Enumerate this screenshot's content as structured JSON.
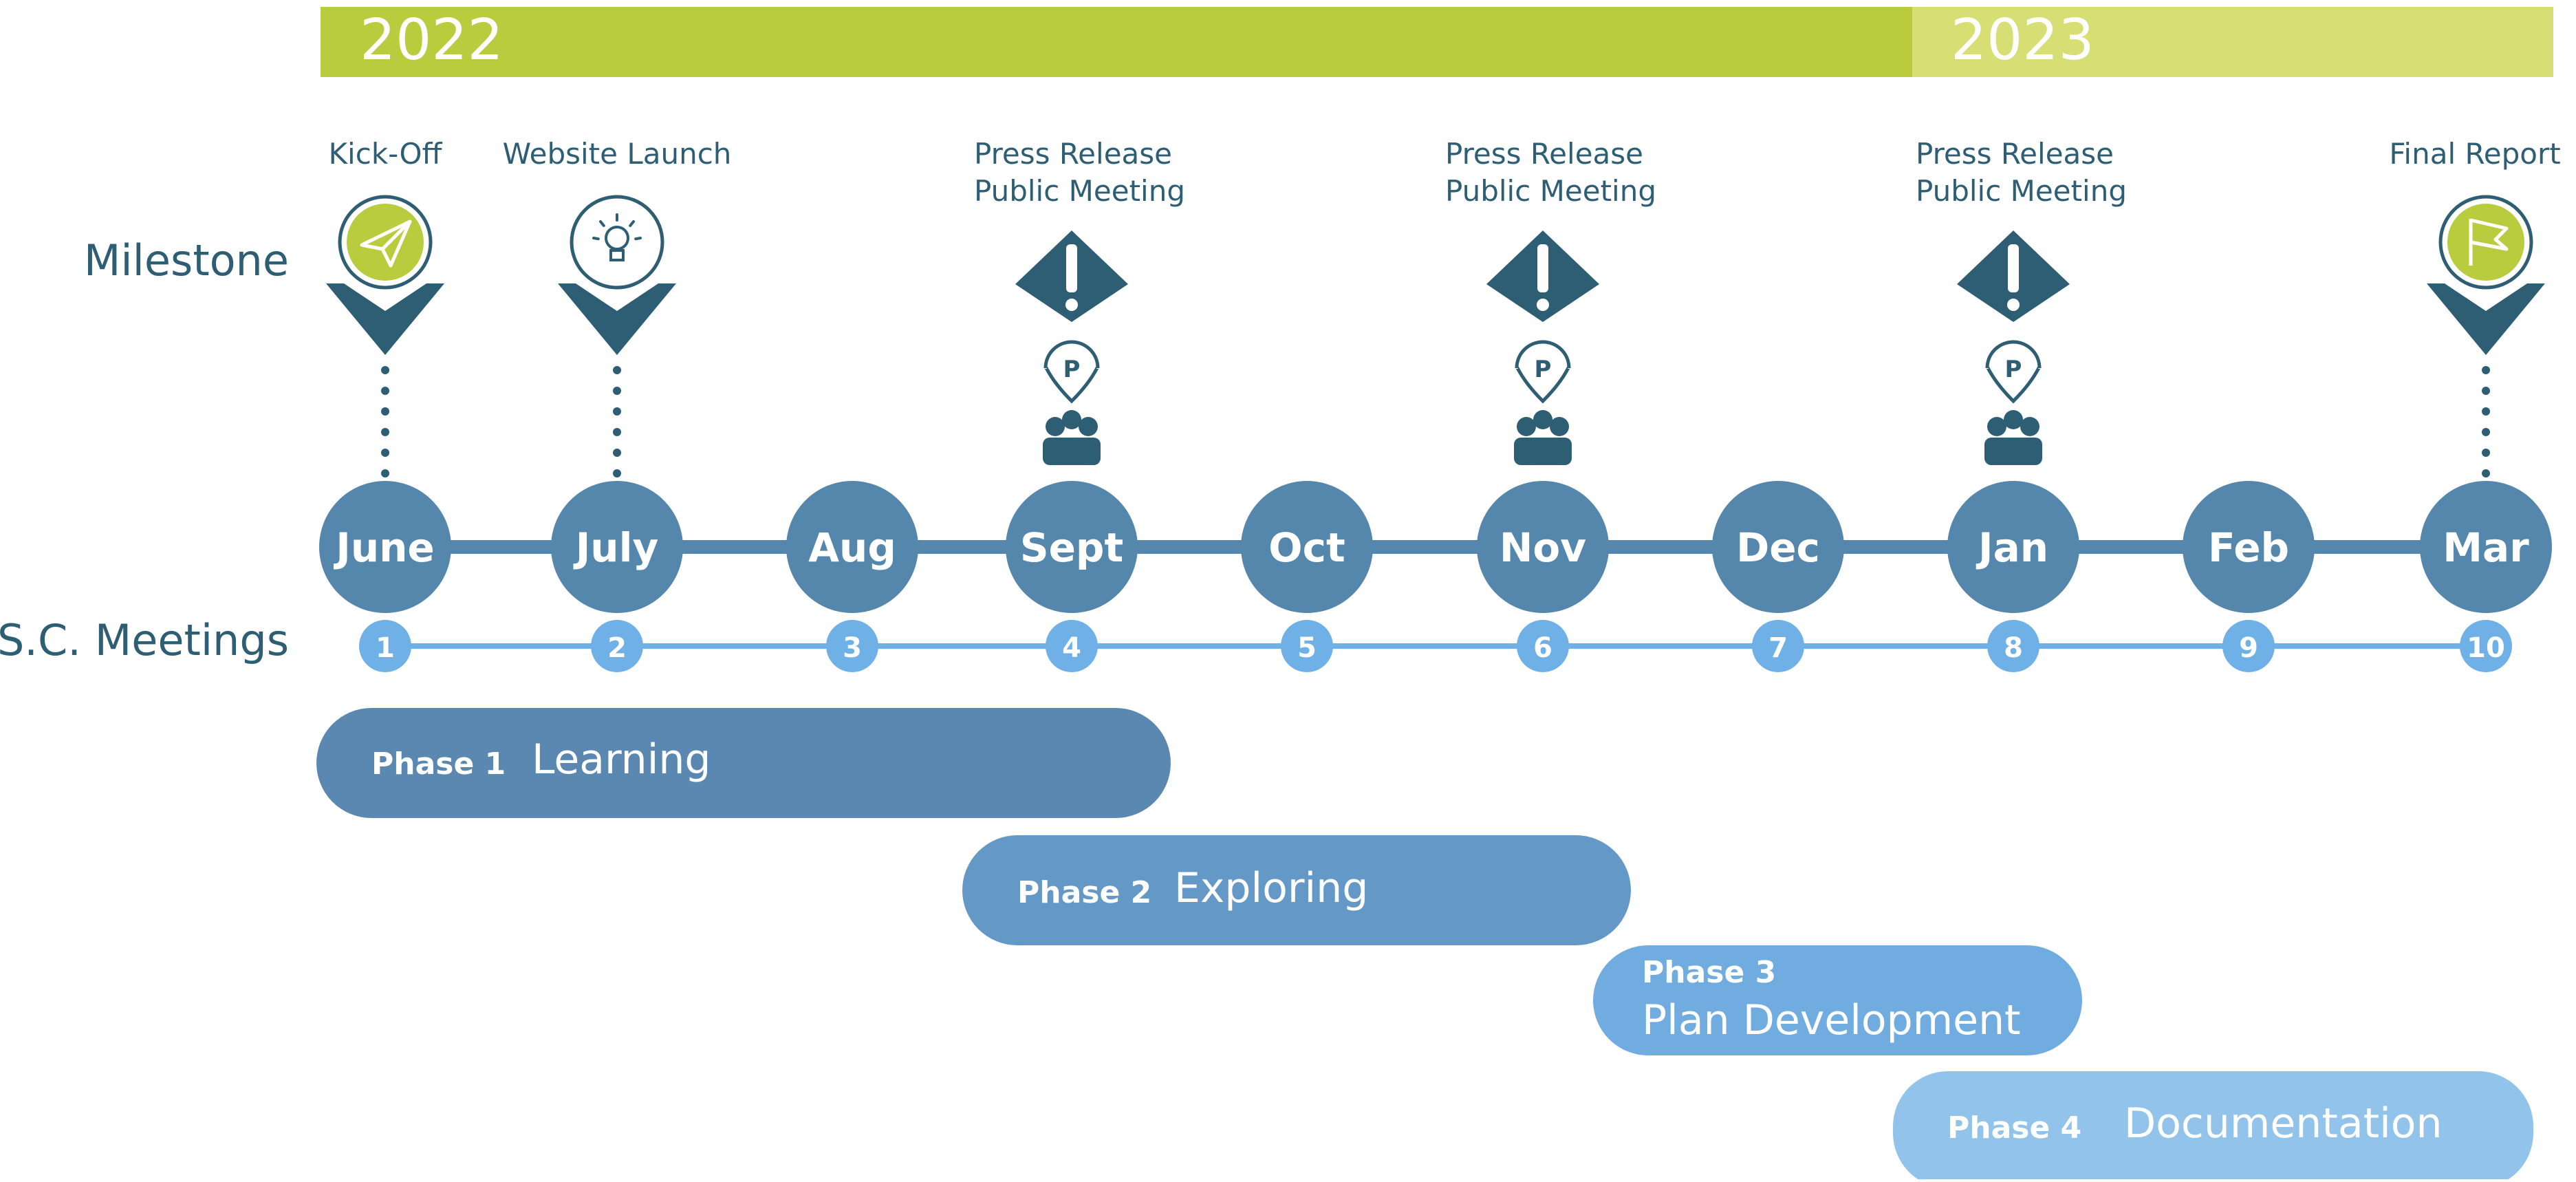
{
  "years": [
    {
      "label": "2022",
      "color": "#b8cc3e"
    },
    {
      "label": "2023",
      "color": "#d6de74"
    }
  ],
  "row_labels": {
    "milestone": "Milestone",
    "meetings": "S.C. Meetings"
  },
  "months": [
    "June",
    "July",
    "Aug",
    "Sept",
    "Oct",
    "Nov",
    "Dec",
    "Jan",
    "Feb",
    "Mar"
  ],
  "meetings": [
    "1",
    "2",
    "3",
    "4",
    "5",
    "6",
    "7",
    "8",
    "9",
    "10"
  ],
  "milestones": [
    {
      "month_index": 0,
      "lines": [
        "Kick-Off"
      ],
      "icon": "paper-plane-icon",
      "type": "circle-marker"
    },
    {
      "month_index": 1,
      "lines": [
        "Website Launch"
      ],
      "icon": "lightbulb-icon",
      "type": "circle-marker"
    },
    {
      "month_index": 3,
      "lines": [
        "Press Release",
        "Public Meeting"
      ],
      "icon": "exclamation-icon",
      "type": "alert"
    },
    {
      "month_index": 5,
      "lines": [
        "Press Release",
        "Public Meeting"
      ],
      "icon": "exclamation-icon",
      "type": "alert"
    },
    {
      "month_index": 7,
      "lines": [
        "Press Release",
        "Public Meeting"
      ],
      "icon": "exclamation-icon",
      "type": "alert"
    },
    {
      "month_index": 9,
      "lines": [
        "Final Report"
      ],
      "icon": "flag-icon",
      "type": "circle-marker"
    }
  ],
  "phases": [
    {
      "label": "Phase 1",
      "name": "Learning",
      "color": "#5a88b0",
      "layout": "inline"
    },
    {
      "label": "Phase 2",
      "name": "Exploring",
      "color": "#6499c7",
      "layout": "inline"
    },
    {
      "label": "Phase 3",
      "name": "Plan Development",
      "color": "#70ace0",
      "layout": "stacked"
    },
    {
      "label": "Phase 4",
      "name": "Documentation",
      "color": "#92c3ea",
      "layout": "inline"
    }
  ],
  "colors": {
    "dark_teal": "#2e5e74",
    "month_circle": "#5586ac",
    "meeting_circle": "#6fb0e6",
    "accent_green": "#b8cc3e",
    "label_text": "#2e5e74"
  }
}
